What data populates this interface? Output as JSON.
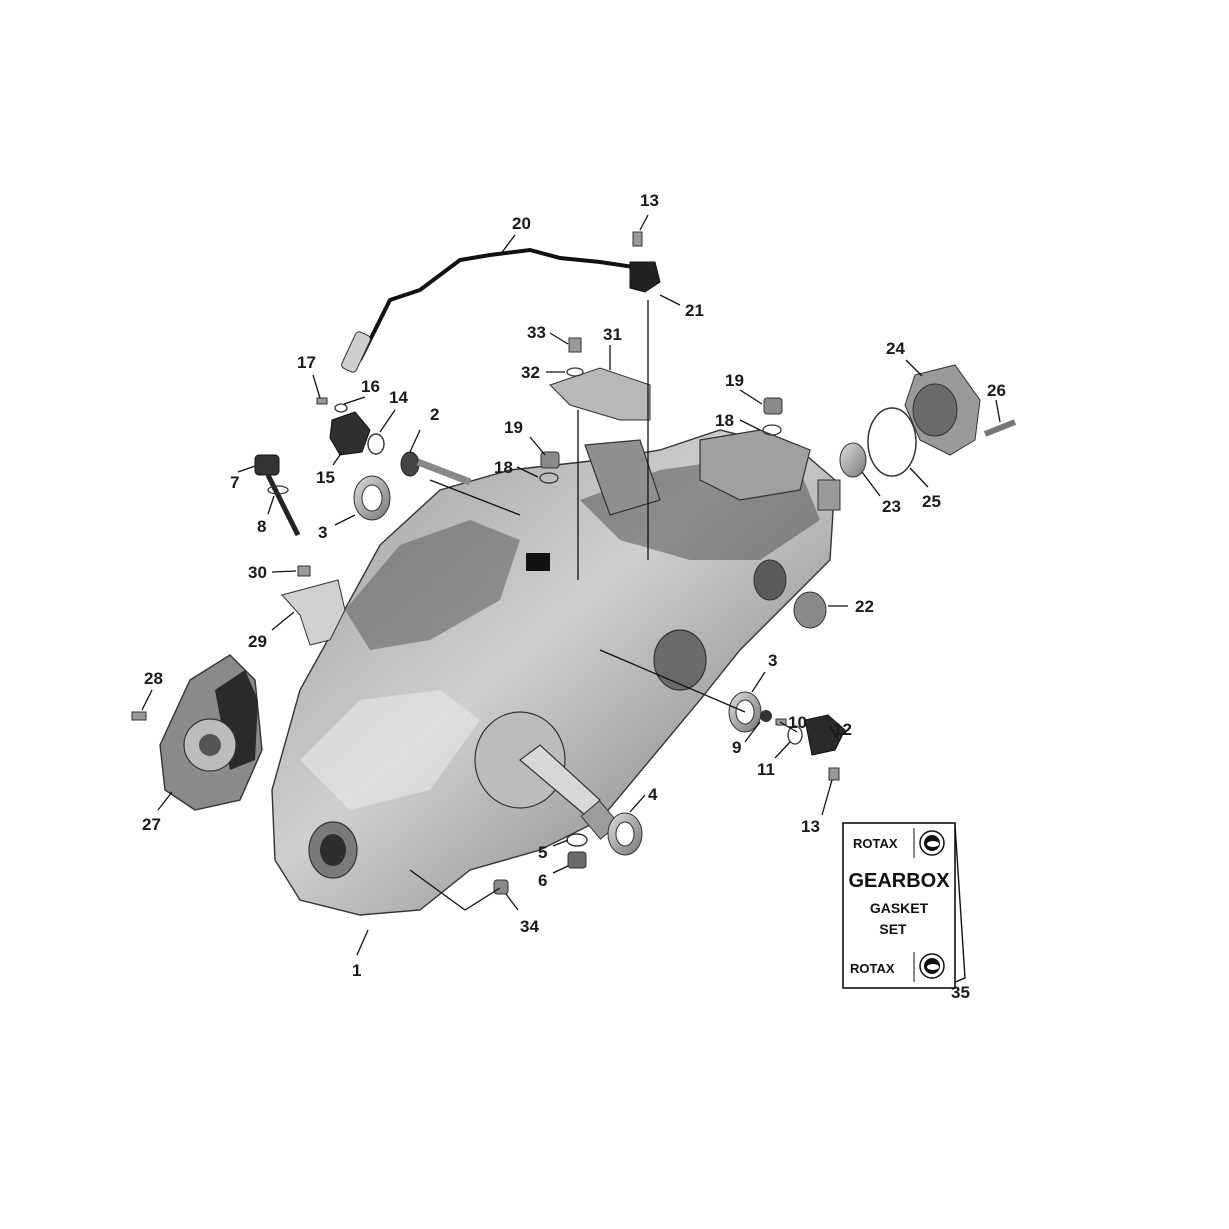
{
  "callouts": {
    "c1": "1",
    "c2": "2",
    "c3a": "3",
    "c3b": "3",
    "c4": "4",
    "c5": "5",
    "c6": "6",
    "c7": "7",
    "c8": "8",
    "c9": "9",
    "c10": "10",
    "c11": "11",
    "c12": "12",
    "c13a": "13",
    "c13b": "13",
    "c14": "14",
    "c15": "15",
    "c16": "16",
    "c17": "17",
    "c18a": "18",
    "c18b": "18",
    "c19a": "19",
    "c19b": "19",
    "c20": "20",
    "c21": "21",
    "c22": "22",
    "c23": "23",
    "c24": "24",
    "c25": "25",
    "c26": "26",
    "c27": "27",
    "c28": "28",
    "c29": "29",
    "c30": "30",
    "c31": "31",
    "c32": "32",
    "c33": "33",
    "c34": "34",
    "c35": "35"
  },
  "kit_label": {
    "brand_top": "ROTAX",
    "title": "GEARBOX",
    "line2": "GASKET",
    "line3": "SET",
    "brand_bottom": "ROTAX"
  },
  "colors": {
    "casing_dark": "#3a3a3a",
    "casing_mid": "#8a8a8a",
    "casing_light": "#d2d2d2",
    "line": "#111111"
  },
  "icons": [
    "brp-logo-icon"
  ]
}
